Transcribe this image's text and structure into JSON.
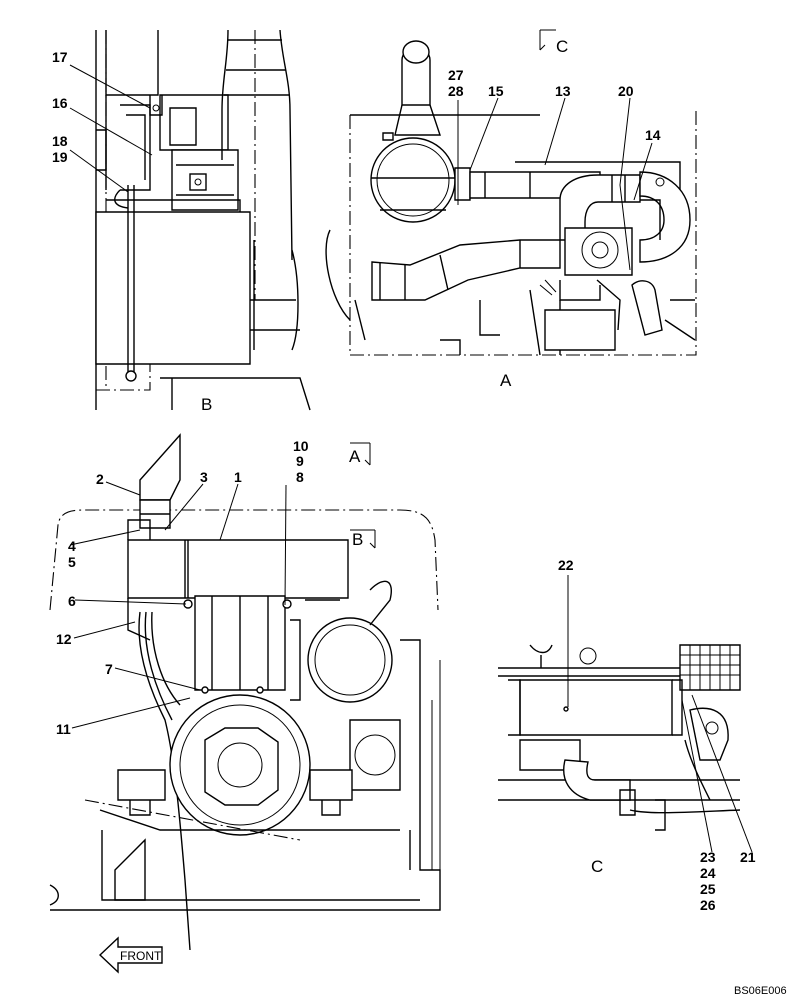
{
  "views": {
    "A": "A",
    "B": "B",
    "C": "C"
  },
  "section_marks": {
    "A": "A",
    "B": "B",
    "C": "C"
  },
  "callouts": {
    "c1": "1",
    "c2": "2",
    "c3": "3",
    "c4": "4",
    "c5": "5",
    "c6": "6",
    "c7": "7",
    "c8": "8",
    "c9": "9",
    "c10": "10",
    "c11": "11",
    "c12": "12",
    "c13": "13",
    "c14": "14",
    "c15": "15",
    "c16": "16",
    "c17": "17",
    "c18": "18",
    "c19": "19",
    "c20": "20",
    "c21": "21",
    "c22": "22",
    "c23": "23",
    "c24": "24",
    "c25": "25",
    "c26": "26",
    "c27": "27",
    "c28": "28"
  },
  "front_arrow": "FRONT",
  "drawing_code": "BS06E006"
}
